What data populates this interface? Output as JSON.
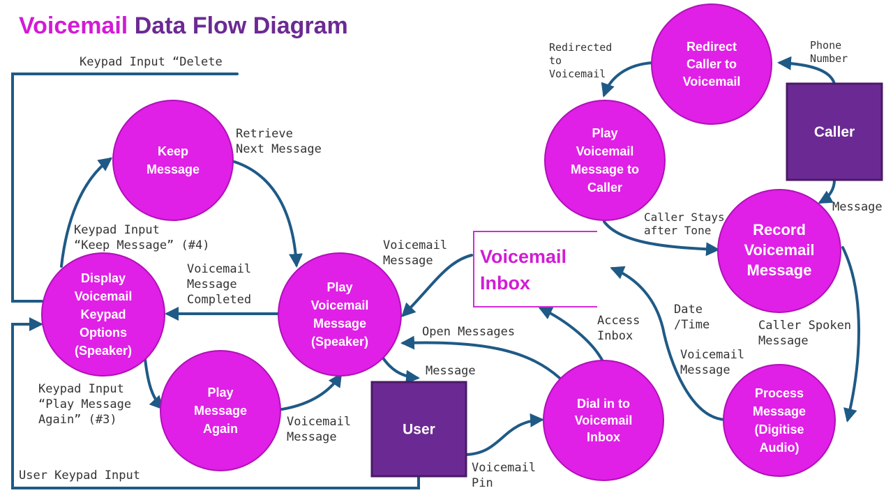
{
  "title": {
    "part1": "Voicemail",
    "part2": "Data Flow Diagram"
  },
  "colors": {
    "process": "#e020e6",
    "process_stroke": "#b010b8",
    "entity": "#6b2a93",
    "entity_stroke": "#4a1a66",
    "arrow": "#1f5a86",
    "title_accent": "#d21bd6",
    "title_main": "#6b2a93"
  },
  "processes": [
    {
      "id": "keep",
      "lines": [
        "Keep",
        "Message"
      ]
    },
    {
      "id": "display",
      "lines": [
        "Display",
        "Voicemail",
        "Keypad",
        "Options",
        "(Speaker)"
      ]
    },
    {
      "id": "play_again",
      "lines": [
        "Play",
        "Message",
        "Again"
      ]
    },
    {
      "id": "play_speaker",
      "lines": [
        "Play",
        "Voicemail",
        "Message",
        "(Speaker)"
      ]
    },
    {
      "id": "dial_in",
      "lines": [
        "Dial in to",
        "Voicemail",
        "Inbox"
      ]
    },
    {
      "id": "redirect",
      "lines": [
        "Redirect",
        "Caller to",
        "Voicemail"
      ]
    },
    {
      "id": "play_caller",
      "lines": [
        "Play",
        "Voicemail",
        "Message to",
        "Caller"
      ]
    },
    {
      "id": "record",
      "lines": [
        "Record",
        "Voicemail",
        "Message"
      ]
    },
    {
      "id": "process_msg",
      "lines": [
        "Process",
        "Message",
        "(Digitise",
        "Audio)"
      ]
    }
  ],
  "entities": [
    {
      "id": "user",
      "label": "User"
    },
    {
      "id": "caller",
      "label": "Caller"
    }
  ],
  "datastore": {
    "id": "inbox",
    "lines": [
      "Voicemail",
      "Inbox"
    ]
  },
  "flow_labels": [
    {
      "id": "delete",
      "lines": [
        "Keypad Input “Delete"
      ]
    },
    {
      "id": "retrieve",
      "lines": [
        "Retrieve",
        "Next Message"
      ]
    },
    {
      "id": "keep_input",
      "lines": [
        "Keypad Input",
        "“Keep Message” (#4)"
      ]
    },
    {
      "id": "vm_completed",
      "lines": [
        "Voicemail",
        "Message",
        "Completed"
      ]
    },
    {
      "id": "vm_msg_inbox",
      "lines": [
        "Voicemail",
        "Message"
      ]
    },
    {
      "id": "play_again_input",
      "lines": [
        "Keypad Input",
        "“Play Message",
        "Again” (#3)"
      ]
    },
    {
      "id": "vm_msg_again",
      "lines": [
        "Voicemail",
        "Message"
      ]
    },
    {
      "id": "open_messages",
      "lines": [
        "Open Messages"
      ]
    },
    {
      "id": "message_user",
      "lines": [
        "Message"
      ]
    },
    {
      "id": "user_keypad",
      "lines": [
        "User Keypad Input"
      ]
    },
    {
      "id": "vm_pin",
      "lines": [
        "Voicemail",
        "Pin"
      ]
    },
    {
      "id": "access_inbox",
      "lines": [
        "Access",
        "Inbox"
      ]
    },
    {
      "id": "redirected",
      "lines": [
        "Redirected",
        "to",
        "Voicemail"
      ]
    },
    {
      "id": "phone_number",
      "lines": [
        "Phone",
        "Number"
      ]
    },
    {
      "id": "message_caller",
      "lines": [
        "Message"
      ]
    },
    {
      "id": "caller_stays",
      "lines": [
        "Caller Stays",
        "after Tone"
      ]
    },
    {
      "id": "date_time",
      "lines": [
        "Date",
        "/Time"
      ]
    },
    {
      "id": "caller_spoken",
      "lines": [
        "Caller Spoken",
        "Message"
      ]
    },
    {
      "id": "vm_msg_process",
      "lines": [
        "Voicemail",
        "Message"
      ]
    }
  ]
}
